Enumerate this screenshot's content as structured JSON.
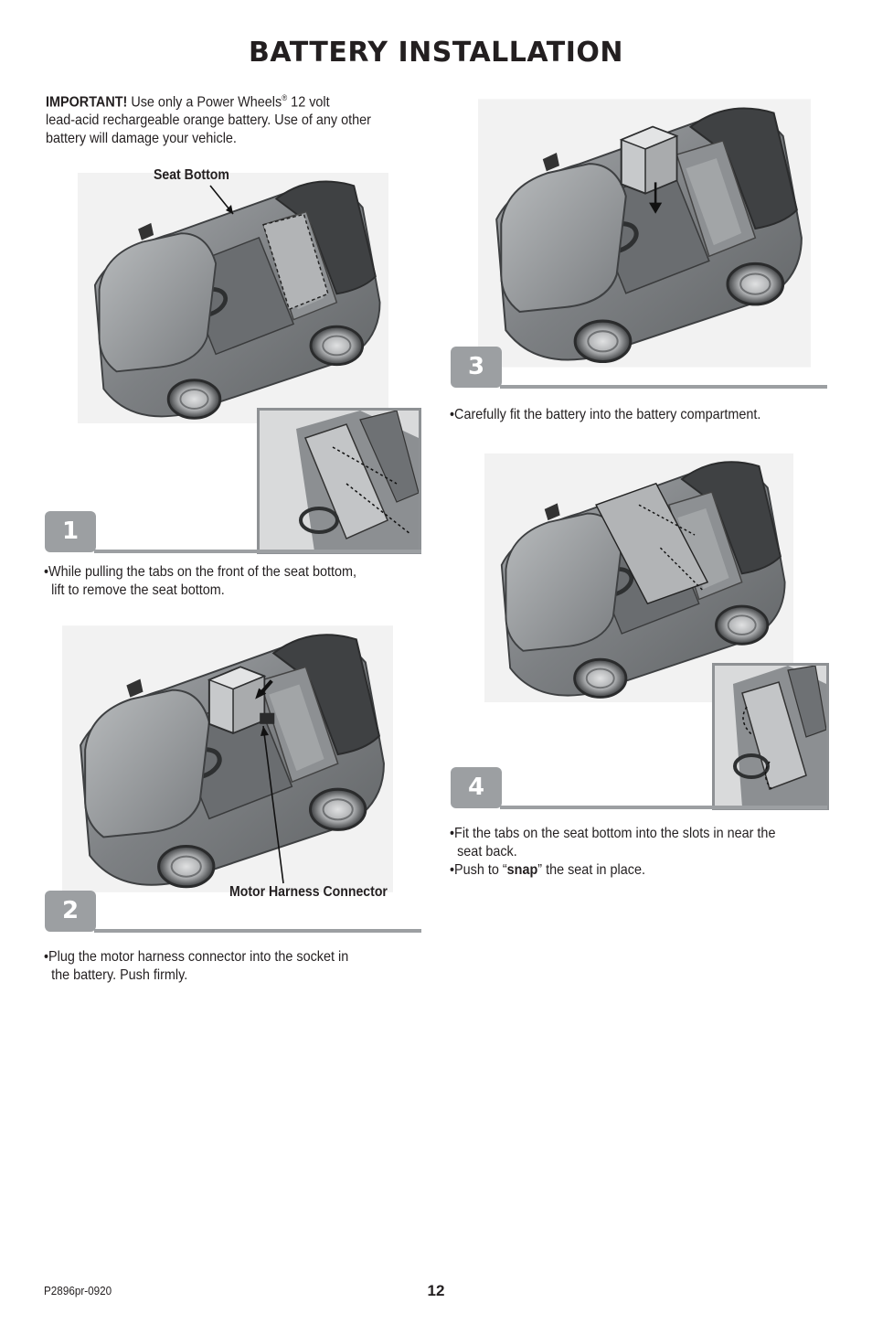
{
  "title": "BATTERY INSTALLATION",
  "intro": {
    "important_label": "IMPORTANT!",
    "line1_text": " Use only a Power Wheels",
    "registered_mark": "®",
    "line1_tail": " 12 volt",
    "line2": "lead-acid rechargeable orange battery. Use of any other",
    "line3": "battery will damage your vehicle."
  },
  "steps": [
    {
      "number": "1",
      "callout": "Seat Bottom",
      "instructions": [
        {
          "line1": "•While pulling the tabs on the front of the seat bottom,",
          "line2": "lift to remove the seat bottom."
        }
      ]
    },
    {
      "number": "2",
      "callout": "Motor Harness Connector",
      "instructions": [
        {
          "line1": "•Plug the motor harness connector into the socket in",
          "line2": "the battery. Push firmly."
        }
      ]
    },
    {
      "number": "3",
      "callout": "",
      "instructions": [
        {
          "line1": "•Carefully fit the battery into the battery compartment."
        }
      ]
    },
    {
      "number": "4",
      "callout": "",
      "instructions": [
        {
          "line1": "•Fit the tabs on the seat bottom into the slots in near the",
          "line2": "seat back."
        },
        {
          "line1_pre": "•Push to “",
          "line1_bold": "snap",
          "line1_post": "” the seat in place."
        }
      ]
    }
  ],
  "footer": {
    "code": "P2896pr-0920",
    "page_number": "12"
  },
  "colors": {
    "badge_gray": "#9c9fa2",
    "car_body": "#7b7e81",
    "car_dark": "#4a4c4e",
    "text": "#231f20"
  },
  "icons": [
    "ride-on-car-illustration",
    "battery-illustration",
    "down-arrow-icon",
    "callout-arrow-icon"
  ]
}
